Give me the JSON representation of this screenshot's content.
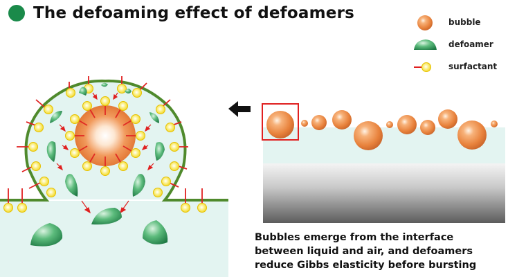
{
  "title": "The defoaming effect of defoamers",
  "legend": {
    "bubble": "bubble",
    "defoamer": "defoamer",
    "surfactant": "surfactant"
  },
  "caption": "Bubbles emerge from the interface between liquid and air, and defoamers reduce Gibbs elasticity before bursting",
  "icons": {
    "arrow": "arrow-left-icon",
    "bubble": "bubble-icon",
    "defoamer": "defoamer-icon",
    "surfactant": "surfactant-icon"
  },
  "colors": {
    "title_dot": "#1a8a4a",
    "liquid": "#e3f4f1",
    "film": "#4f8a2c",
    "surfactant_tail": "#e02020",
    "surfactant_head": "#f7e23a",
    "bubble": "#e8823c",
    "defoamer": "#2f9a5a"
  }
}
